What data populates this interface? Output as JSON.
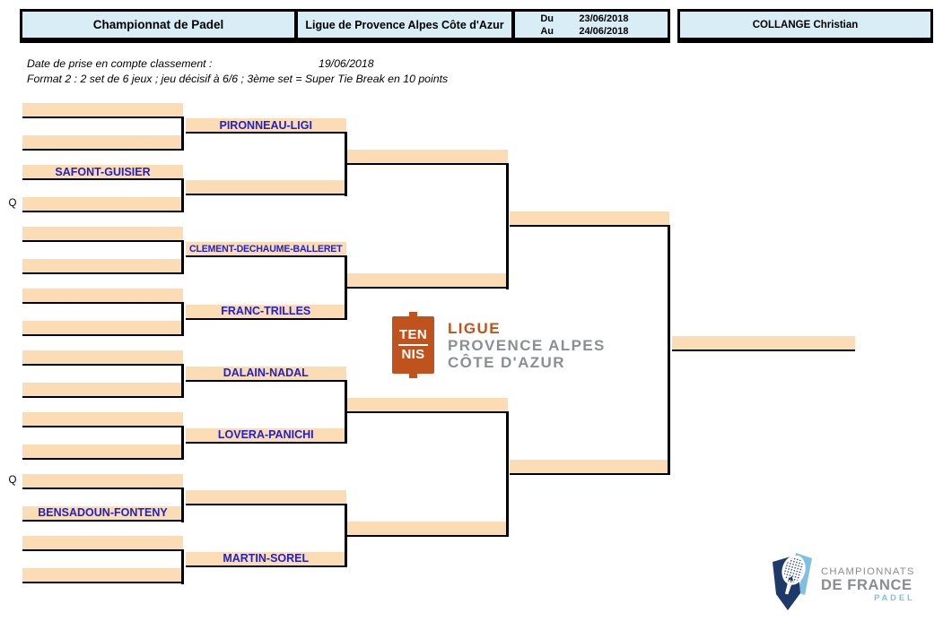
{
  "header": {
    "title": "Championnat de Padel",
    "organization": "Ligue de Provence Alpes Côte d'Azur",
    "date_from_label": "Du",
    "date_from": "23/06/2018",
    "date_to_label": "Au",
    "date_to": "24/06/2018",
    "referee": "COLLANGE Christian"
  },
  "notes": {
    "ranking_date_label": "Date de prise en compte classement :",
    "ranking_date": "19/06/2018",
    "format_line": "Format 2 : 2 set de 6 jeux ; jeu décisif à 6/6 ; 3ème set = Super Tie Break en 10 points"
  },
  "bracket": {
    "round1_matches": [
      {
        "top_name": "",
        "bottom_name": "",
        "top_tag": "",
        "bottom_tag": ""
      },
      {
        "top_name": "SAFONT-GUISIER",
        "bottom_name": "",
        "top_tag": "",
        "bottom_tag": "Q"
      },
      {
        "top_name": "",
        "bottom_name": "",
        "top_tag": "",
        "bottom_tag": ""
      },
      {
        "top_name": "",
        "bottom_name": "",
        "top_tag": "",
        "bottom_tag": ""
      },
      {
        "top_name": "",
        "bottom_name": "",
        "top_tag": "",
        "bottom_tag": ""
      },
      {
        "top_name": "",
        "bottom_name": "",
        "top_tag": "",
        "bottom_tag": ""
      },
      {
        "top_name": "",
        "bottom_name": "BENSADOUN-FONTENY",
        "top_tag": "Q",
        "bottom_tag": ""
      },
      {
        "top_name": "",
        "bottom_name": "",
        "top_tag": "",
        "bottom_tag": ""
      }
    ],
    "round2_slots": [
      "PIRONNEAU-LIGI",
      "",
      "CLEMENT-DECHAUME-BALLERET",
      "FRANC-TRILLES",
      "DALAIN-NADAL",
      "LOVERA-PANICHI",
      "",
      "MARTIN-SOREL"
    ],
    "round3_slots": [
      "",
      "",
      "",
      ""
    ],
    "round4_slots": [
      "",
      ""
    ],
    "winner_slot": ""
  },
  "ligue_logo": {
    "square_line1": "TEN",
    "square_line2": "NIS",
    "line1": "LIGUE",
    "line2": "PROVENCE ALPES",
    "line3": "CÔTE D'AZUR"
  },
  "championnats_logo": {
    "line1": "CHAMPIONNATS",
    "line2": "DE FRANCE",
    "line3": "PADEL"
  },
  "colors": {
    "slot_fill": "#fbdcb5",
    "header_fill": "#d9edf7",
    "name_blue": "#2121cc",
    "logo_orange": "#c0531d",
    "logo_grey": "#8c8f91",
    "cdf_navy": "#1e3a68",
    "cdf_blue": "#7fc0e0",
    "cdf_grey": "#8a8c8f"
  }
}
